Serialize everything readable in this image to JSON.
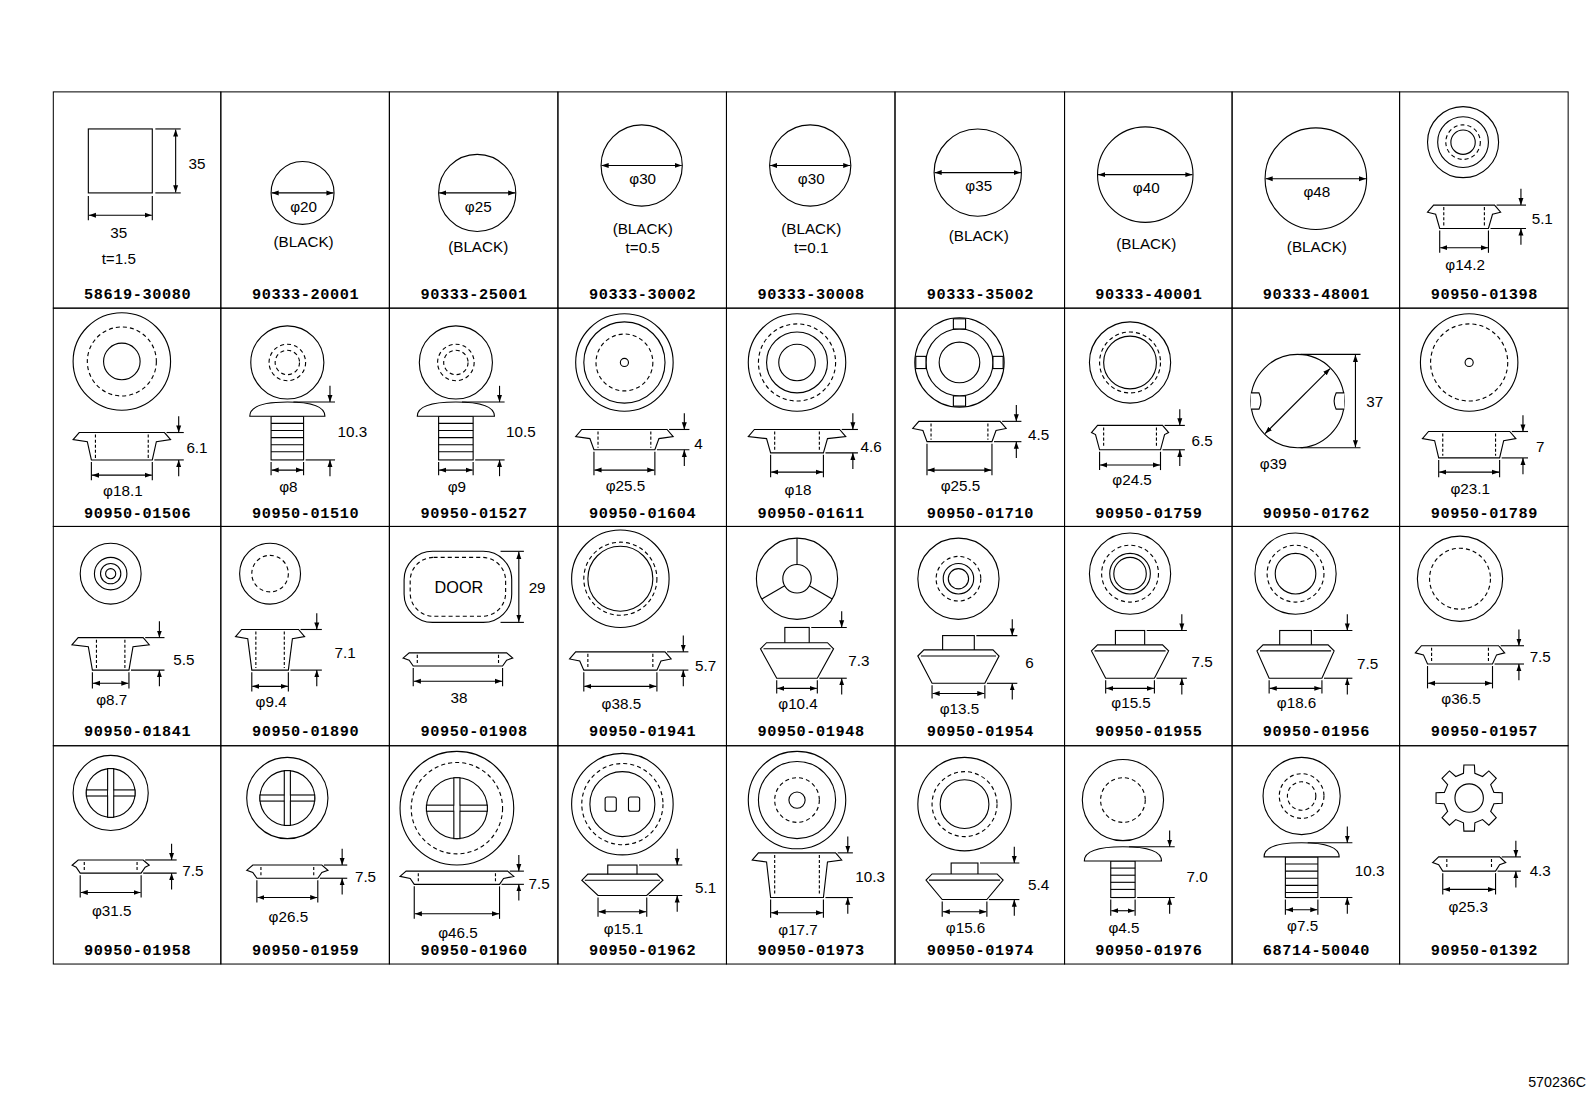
{
  "diagram": {
    "nodes": [
      {
        "text": [
          "35",
          "35",
          "t=1.5",
          "58619-30080"
        ]
      },
      {
        "text": [
          "φ20",
          "(BLACK)",
          "90333-20001"
        ]
      },
      {
        "text": [
          "φ25",
          "(BLACK)",
          "90333-25001"
        ]
      },
      {
        "text": [
          "φ30",
          "(BLACK)",
          "t=0.5",
          "90333-30002"
        ]
      },
      {
        "text": [
          "φ30",
          "(BLACK)",
          "t=0.1",
          "90333-30008"
        ]
      },
      {
        "text": [
          "φ35",
          "(BLACK)",
          "90333-35002"
        ]
      },
      {
        "text": [
          "φ40",
          "(BLACK)",
          "90333-40001"
        ]
      },
      {
        "text": [
          "φ48",
          "(BLACK)",
          "90333-48001"
        ]
      },
      {
        "text": [
          "5.1",
          "φ14.2",
          "90950-01398"
        ]
      },
      {
        "text": [
          "6.1",
          "φ18.1",
          "90950-01506"
        ]
      },
      {
        "text": [
          "10.3",
          "φ8",
          "90950-01510"
        ]
      },
      {
        "text": [
          "10.5",
          "φ9",
          "90950-01527"
        ]
      },
      {
        "text": [
          "4",
          "φ25.5",
          "90950-01604"
        ]
      },
      {
        "text": [
          "4.6",
          "φ18",
          "90950-01611"
        ]
      },
      {
        "text": [
          "4.5",
          "φ25.5",
          "90950-01710"
        ]
      },
      {
        "text": [
          "6.5",
          "φ24.5",
          "90950-01759"
        ]
      },
      {
        "text": [
          "37",
          "φ39",
          "90950-01762"
        ]
      },
      {
        "text": [
          "7",
          "φ23.1",
          "90950-01789"
        ]
      },
      {
        "text": [
          "5.5",
          "φ8.7",
          "90950-01841"
        ]
      },
      {
        "text": [
          "7.1",
          "φ9.4",
          "90950-01890"
        ]
      },
      {
        "text": [
          "DOOR",
          "29",
          "38",
          "90950-01908"
        ]
      },
      {
        "text": [
          "5.7",
          "φ38.5",
          "90950-01941"
        ]
      },
      {
        "text": [
          "7.3",
          "φ10.4",
          "90950-01948"
        ]
      },
      {
        "text": [
          "6",
          "φ13.5",
          "90950-01954"
        ]
      },
      {
        "text": [
          "7.5",
          "φ15.5",
          "90950-01955"
        ]
      },
      {
        "text": [
          "7.5",
          "φ18.6",
          "90950-01956"
        ]
      },
      {
        "text": [
          "7.5",
          "φ36.5",
          "90950-01957"
        ]
      },
      {
        "text": [
          "7.5",
          "φ31.5",
          "90950-01958"
        ]
      },
      {
        "text": [
          "7.5",
          "φ26.5",
          "90950-01959"
        ]
      },
      {
        "text": [
          "7.5",
          "φ46.5",
          "90950-01960"
        ]
      },
      {
        "text": [
          "5.1",
          "φ15.1",
          "90950-01962"
        ]
      },
      {
        "text": [
          "10.3",
          "φ17.7",
          "90950-01973"
        ]
      },
      {
        "text": [
          "5.4",
          "φ15.6",
          "90950-01974"
        ]
      },
      {
        "text": [
          "7.0",
          "φ4.5",
          "90950-01976"
        ]
      },
      {
        "text": [
          "10.3",
          "φ7.5",
          "68714-50040"
        ]
      },
      {
        "text": [
          "4.3",
          "φ25.3",
          "90950-01392"
        ]
      }
    ],
    "labels": [
      "570236C"
    ]
  }
}
